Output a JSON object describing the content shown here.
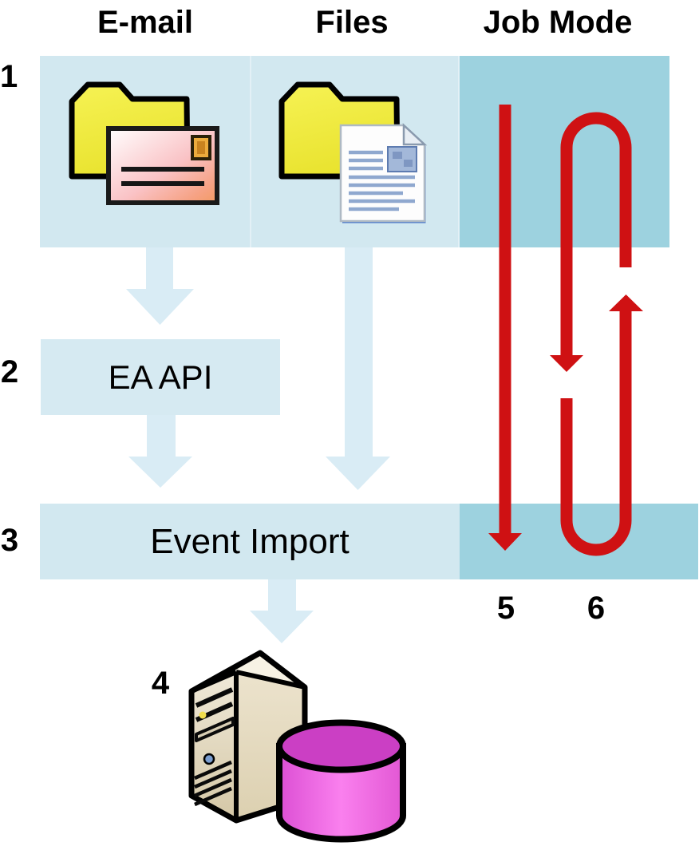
{
  "diagram": {
    "columns": [
      {
        "label": "E-mail"
      },
      {
        "label": "Files"
      },
      {
        "label": "Job Mode"
      }
    ],
    "step_numbers": [
      "1",
      "2",
      "3",
      "4"
    ],
    "job_mode_numbers": [
      "5",
      "6"
    ],
    "boxes": {
      "ea_api": "EA API",
      "event_import": "Event Import"
    },
    "icons": [
      "folder-icon",
      "envelope-icon",
      "document-icon",
      "server-icon",
      "database-icon",
      "flow-down-arrow",
      "job-single-run-arrow",
      "job-loop-arrow"
    ],
    "colors": {
      "light_band": "#d2e8f0",
      "dark_band": "#9dd2df",
      "arrow_blue": "#d9ecf5",
      "box_blue": "#d6eaf2",
      "seam": "#e3f0f6",
      "red": "#cf1113",
      "folder_yellow": "#f0ec3e",
      "database_pink": "#ee6ce2",
      "server_beige": "#e3d9c0",
      "text": "#000000"
    }
  }
}
